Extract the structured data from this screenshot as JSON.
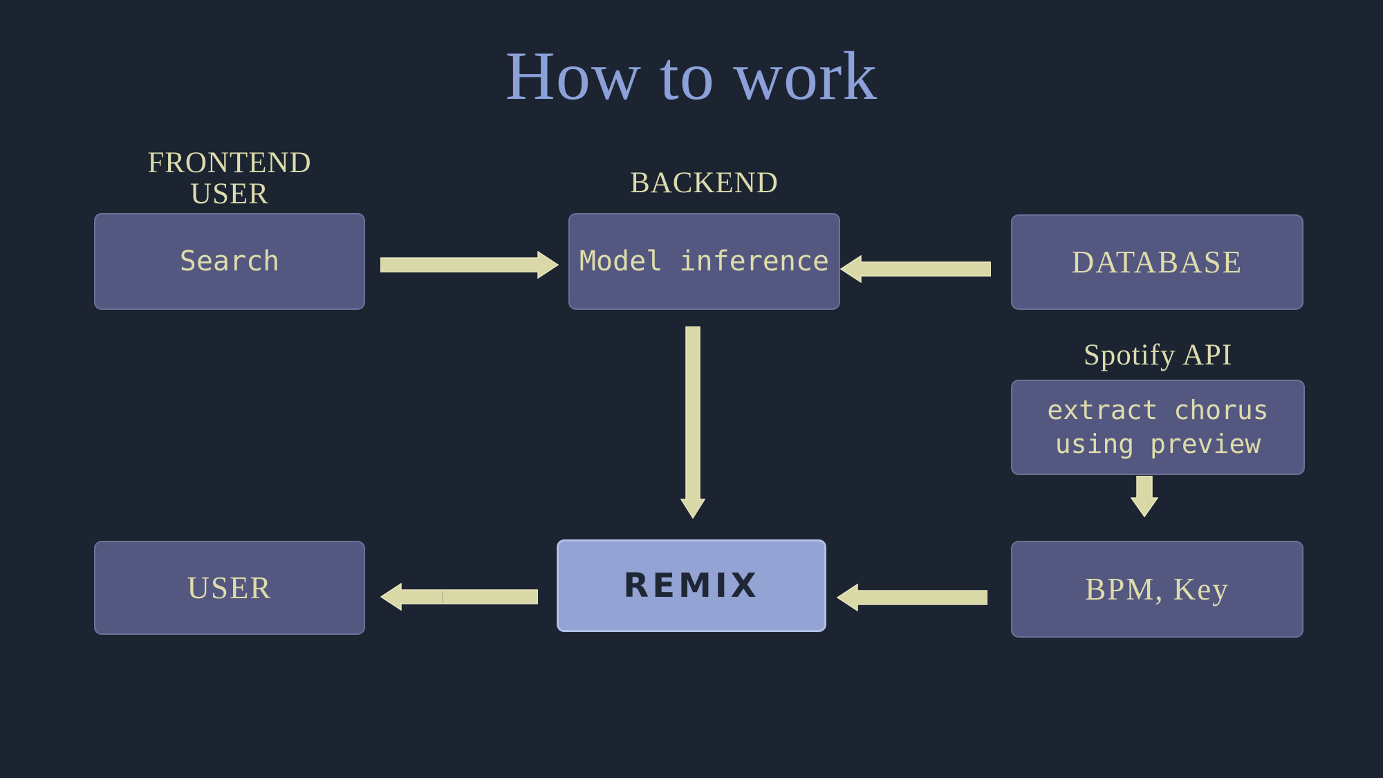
{
  "slide": {
    "title": "How to work",
    "labels": {
      "frontend": {
        "line1": "FRONTEND",
        "line2": "USER"
      },
      "backend": "BACKEND",
      "spotify_api": "Spotify API"
    },
    "nodes": {
      "search": {
        "label": "Search"
      },
      "model_inference": {
        "label": "Model inference"
      },
      "database": {
        "label": "DATABASE"
      },
      "extract_chorus": {
        "line1": "extract chorus",
        "line2": "using preview"
      },
      "remix": {
        "label": "REMIX"
      },
      "user": {
        "label": "USER"
      },
      "bpm_key": {
        "label": "BPM, Key"
      }
    },
    "arrows": [
      {
        "name": "arrow-search-to-model-inference",
        "from": "search",
        "to": "model_inference",
        "direction": "right"
      },
      {
        "name": "arrow-database-to-model-inference",
        "from": "database",
        "to": "model_inference",
        "direction": "left"
      },
      {
        "name": "arrow-model-inference-to-remix",
        "from": "model_inference",
        "to": "remix",
        "direction": "down"
      },
      {
        "name": "arrow-extract-chorus-to-bpm-key",
        "from": "extract_chorus",
        "to": "bpm_key",
        "direction": "down"
      },
      {
        "name": "arrow-bpm-key-to-remix",
        "from": "bpm_key",
        "to": "remix",
        "direction": "left"
      },
      {
        "name": "arrow-remix-to-user",
        "from": "remix",
        "to": "user",
        "direction": "left"
      }
    ],
    "colors": {
      "background": "#1c2431",
      "node_fill": "#545880",
      "node_text": "#dedcab",
      "highlight_fill": "#93a3d3",
      "highlight_border": "#b3c0e6",
      "highlight_text": "#1f2736",
      "arrow_fill": "#d9d8a7",
      "arrow_edge": "#ebe8c0",
      "title_text": "#8ca1d9",
      "label_text": "#dcdbac"
    }
  }
}
